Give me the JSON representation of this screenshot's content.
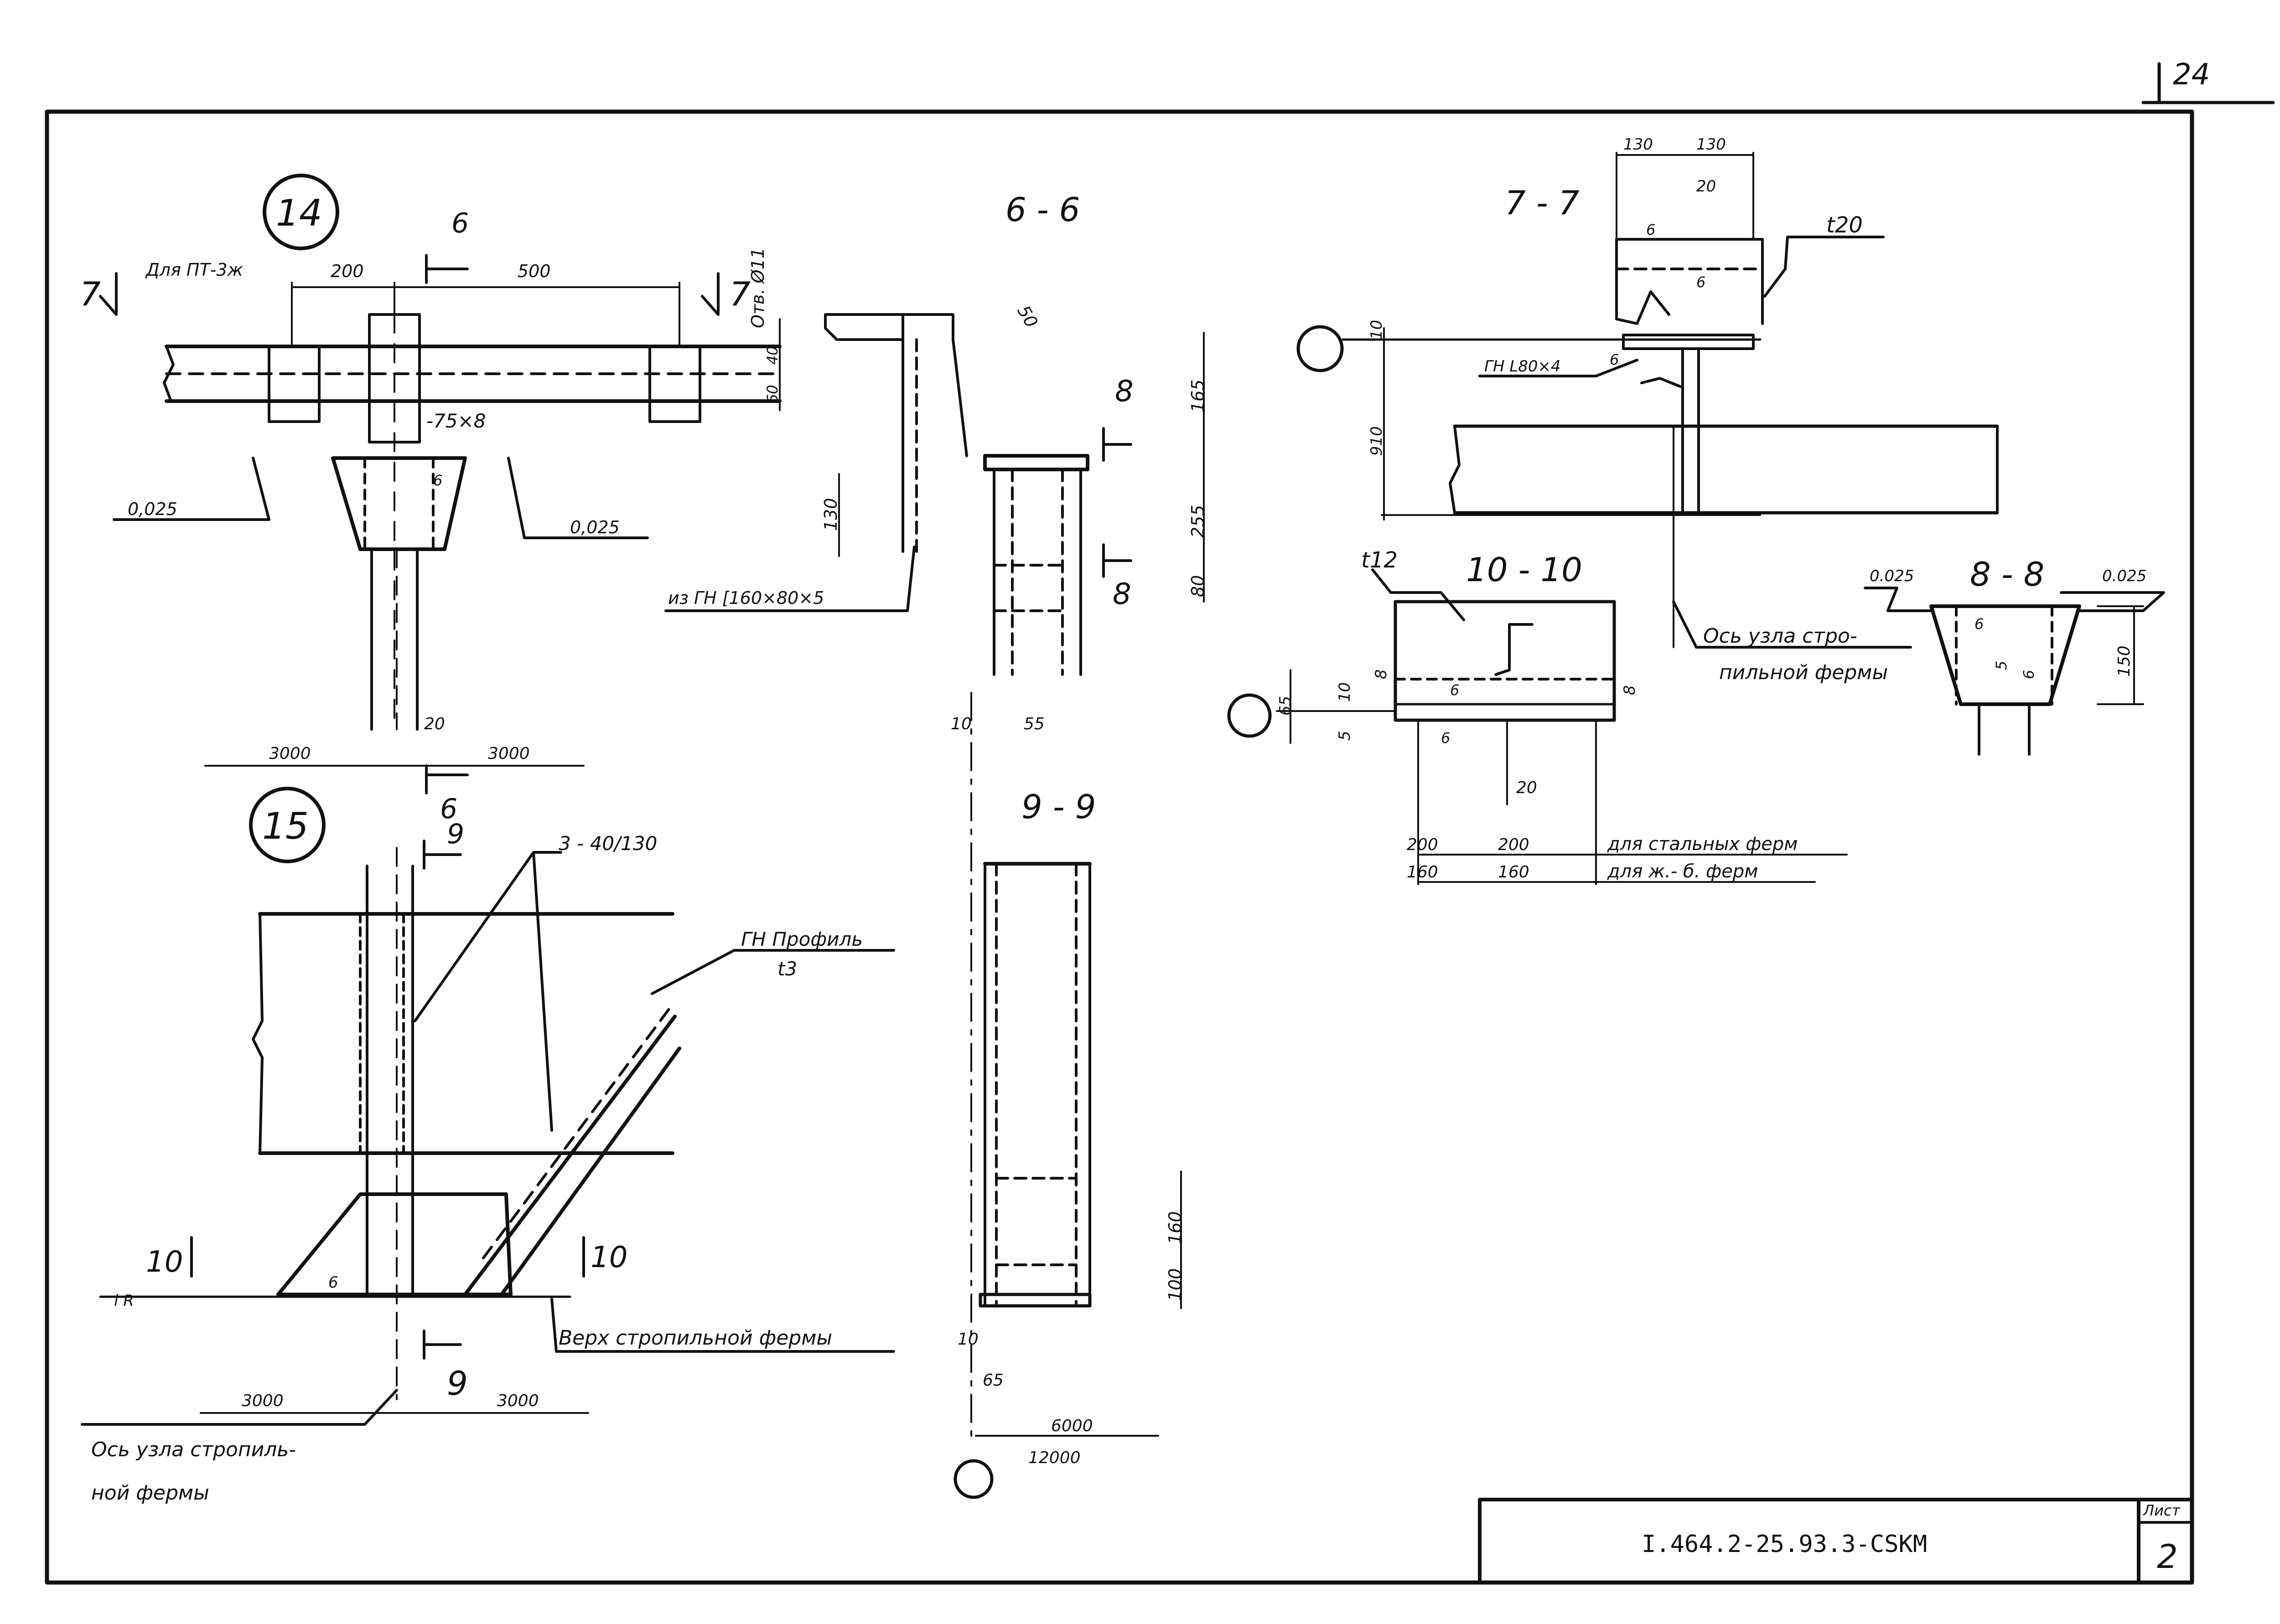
{
  "page_number": "24",
  "colors": {
    "ink": "#111111",
    "paper": "#ffffff"
  },
  "node14": {
    "callout": "14",
    "for_truss": "Для ПТ-3ж",
    "opening": "Отв. Ø11",
    "plate": "-75×8",
    "dim_200": "200",
    "dim_500": "500",
    "dim_40": "40",
    "dim_60": "60",
    "dim_20": "20",
    "dim_3000_left": "3000",
    "dim_3000_right": "3000",
    "slope_left": "0,025",
    "slope_right": "0,025",
    "weld_6": "6",
    "cut_6_top": "6",
    "cut_6_bottom": "6",
    "cut_7_left": "7",
    "cut_7_right": "7"
  },
  "node15": {
    "callout": "15",
    "holes": "3 - 40/130",
    "profile_line1": "ГН Профиль",
    "profile_line2": "t3",
    "cut_9_top": "9",
    "cut_9_bottom": "9",
    "cut_10_left": "10",
    "cut_10_right": "10",
    "truss_top": "Верх стропильной фермы",
    "axis_line1": "Ось узла стропиль-",
    "axis_line2": "ной фермы",
    "dim_3000_left": "3000",
    "dim_3000_right": "3000",
    "weld_6": "6",
    "slope": "i R"
  },
  "section66": {
    "title": "6 - 6",
    "dim_50": "50",
    "dim_130": "130",
    "dim_165": "165",
    "dim_255": "255",
    "dim_80": "80",
    "dim_10": "10",
    "dim_55": "55",
    "channel": "из ГН [160×80×5",
    "cut_8_top": "8",
    "cut_8_bottom": "8"
  },
  "section99": {
    "title": "9 - 9",
    "dim_160": "160",
    "dim_100": "100",
    "dim_10": "10",
    "dim_65": "65",
    "dim_6000": "6000",
    "dim_12000": "12000"
  },
  "section77": {
    "title": "7 - 7",
    "dim_130a": "130",
    "dim_130b": "130",
    "dim_20": "20",
    "dim_10": "10",
    "dim_910": "910",
    "plate": "t20",
    "angle": "ГН L80×4",
    "weld_6a": "6",
    "weld_6b": "6",
    "weld_6c": "6",
    "axis_line1": "Ось узла стро-",
    "axis_line2": "пильной фермы"
  },
  "section1010": {
    "title": "10 - 10",
    "plate": "t12",
    "dim_8a": "8",
    "dim_8b": "8",
    "dim_65": "65",
    "dim_10": "10",
    "dim_5": "5",
    "dim_20": "20",
    "weld_6a": "6",
    "weld_6b": "6",
    "table": [
      {
        "a": "200",
        "b": "200",
        "label": "для стальных ферм"
      },
      {
        "a": "160",
        "b": "160",
        "label": "для ж.- б. ферм"
      }
    ]
  },
  "section88": {
    "title": "8 - 8",
    "slope_left": "0.025",
    "slope_right": "0.025",
    "dim_150": "150",
    "weld_6a": "6",
    "weld_6b": "6",
    "weld_5": "5"
  },
  "stamp": {
    "code": "I.464.2-25.93.3-СSКМ",
    "sheet_label": "Лист",
    "sheet_number": "2"
  }
}
